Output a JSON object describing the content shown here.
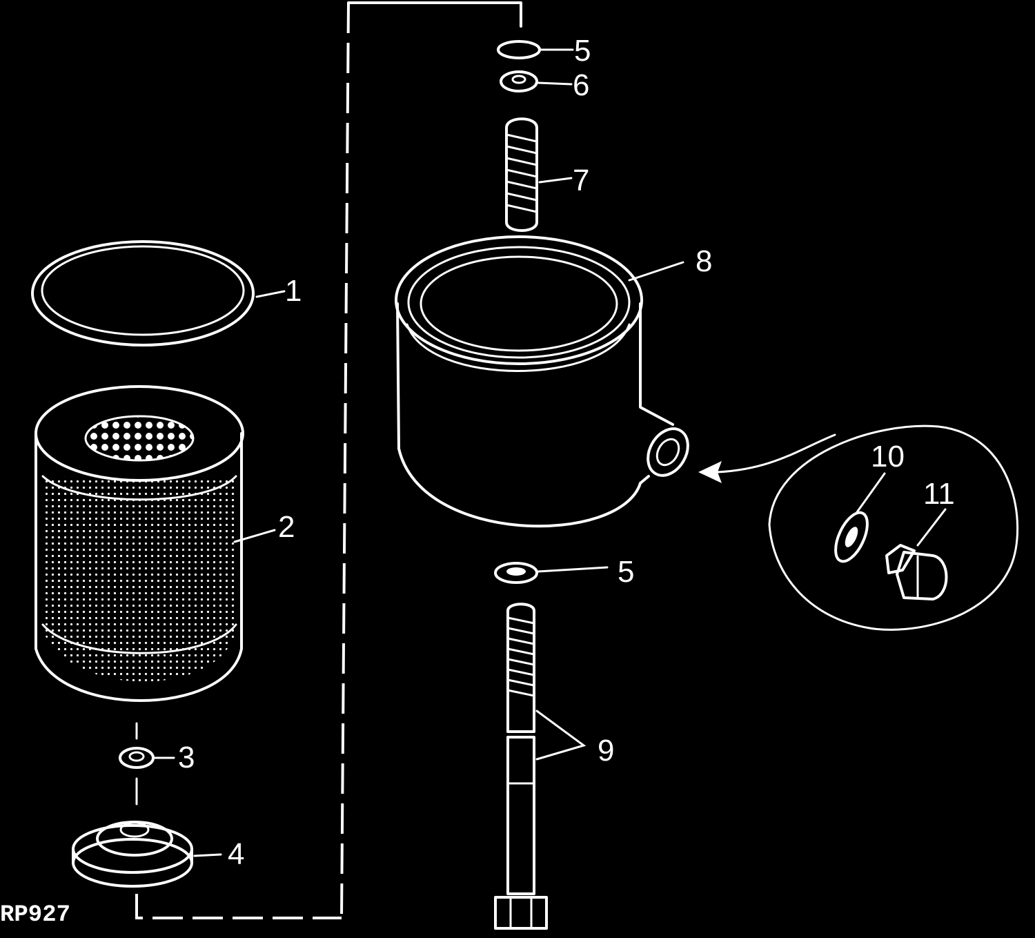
{
  "diagram": {
    "figure_code": "RP927",
    "colors": {
      "background": "#000000",
      "line": "#ffffff"
    },
    "callouts": [
      {
        "id": "1",
        "label": "1"
      },
      {
        "id": "2",
        "label": "2"
      },
      {
        "id": "3",
        "label": "3"
      },
      {
        "id": "4",
        "label": "4"
      },
      {
        "id": "5a",
        "label": "5"
      },
      {
        "id": "6",
        "label": "6"
      },
      {
        "id": "7",
        "label": "7"
      },
      {
        "id": "8",
        "label": "8"
      },
      {
        "id": "5b",
        "label": "5"
      },
      {
        "id": "9",
        "label": "9"
      },
      {
        "id": "10",
        "label": "10"
      },
      {
        "id": "11",
        "label": "11"
      }
    ]
  }
}
